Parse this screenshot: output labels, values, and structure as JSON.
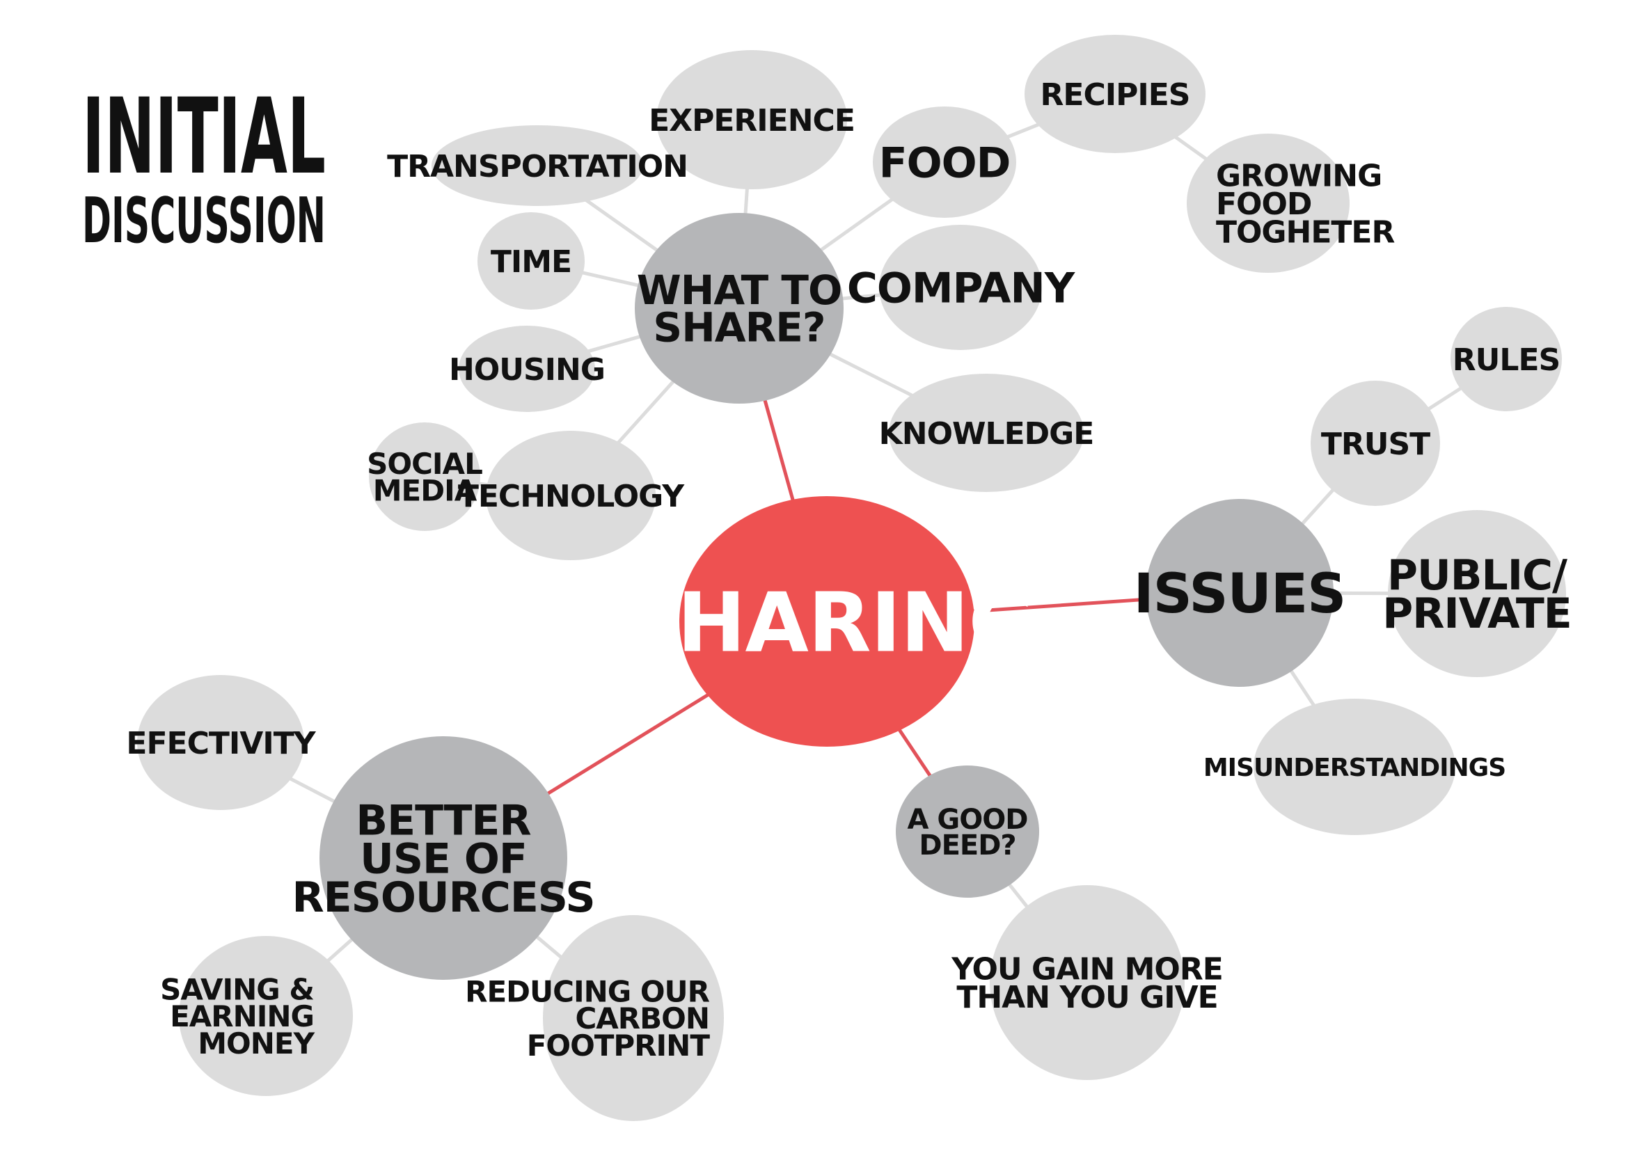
{
  "title": {
    "main": "INITIAL",
    "sub": "DISCUSSION"
  },
  "colors": {
    "center": "#ee5151",
    "hub": "#b5b6b8",
    "leaf": "#dcdcdc",
    "red_link": "#e2525a",
    "grey_link": "#dcdcdc",
    "text_dark": "#111111",
    "text_light": "#ffffff"
  },
  "nodes": {
    "sharing": {
      "label": [
        "SHARING"
      ]
    },
    "what_to_share": {
      "label": [
        "WHAT TO",
        "SHARE?"
      ]
    },
    "issues": {
      "label": [
        "ISSUES"
      ]
    },
    "better_use": {
      "label": [
        "BETTER",
        "USE OF",
        "RESOURCESS"
      ]
    },
    "good_deed": {
      "label": [
        "A GOOD",
        "DEED?"
      ]
    },
    "experience": {
      "label": [
        "EXPERIENCE"
      ]
    },
    "transportation": {
      "label": [
        "TRANSPORTATION"
      ]
    },
    "time": {
      "label": [
        "TIME"
      ]
    },
    "housing": {
      "label": [
        "HOUSING"
      ]
    },
    "social_media": {
      "label": [
        "SOCIAL",
        "MEDIA"
      ]
    },
    "technology": {
      "label": [
        "TECHNOLOGY"
      ]
    },
    "food": {
      "label": [
        "FOOD"
      ]
    },
    "recipies": {
      "label": [
        "RECIPIES"
      ]
    },
    "growing_food": {
      "label": [
        "GROWING",
        "FOOD",
        "TOGHETER"
      ]
    },
    "company": {
      "label": [
        "COMPANY"
      ]
    },
    "knowledge": {
      "label": [
        "KNOWLEDGE"
      ]
    },
    "rules": {
      "label": [
        "RULES"
      ]
    },
    "trust": {
      "label": [
        "TRUST"
      ]
    },
    "public_private": {
      "label": [
        "PUBLIC/",
        "PRIVATE"
      ]
    },
    "misunderstandings": {
      "label": [
        "MISUNDERSTANDINGS"
      ]
    },
    "efectivity": {
      "label": [
        "EFECTIVITY"
      ]
    },
    "saving": {
      "label": [
        "SAVING &",
        "EARNING",
        "MONEY"
      ]
    },
    "carbon": {
      "label": [
        "REDUCING OUR",
        "CARBON",
        "FOOTPRINT"
      ]
    },
    "gain_more": {
      "label": [
        "YOU GAIN MORE",
        "THAN YOU GIVE"
      ]
    }
  },
  "edges": [
    {
      "from": "sharing",
      "to": "what_to_share",
      "kind": "red"
    },
    {
      "from": "sharing",
      "to": "issues",
      "kind": "red"
    },
    {
      "from": "sharing",
      "to": "better_use",
      "kind": "red"
    },
    {
      "from": "sharing",
      "to": "good_deed",
      "kind": "red"
    },
    {
      "from": "what_to_share",
      "to": "experience",
      "kind": "grey"
    },
    {
      "from": "what_to_share",
      "to": "transportation",
      "kind": "grey"
    },
    {
      "from": "what_to_share",
      "to": "time",
      "kind": "grey"
    },
    {
      "from": "what_to_share",
      "to": "housing",
      "kind": "grey"
    },
    {
      "from": "what_to_share",
      "to": "technology",
      "kind": "grey"
    },
    {
      "from": "technology",
      "to": "social_media",
      "kind": "grey"
    },
    {
      "from": "what_to_share",
      "to": "food",
      "kind": "grey"
    },
    {
      "from": "food",
      "to": "recipies",
      "kind": "grey"
    },
    {
      "from": "recipies",
      "to": "growing_food",
      "kind": "grey"
    },
    {
      "from": "what_to_share",
      "to": "company",
      "kind": "grey"
    },
    {
      "from": "what_to_share",
      "to": "knowledge",
      "kind": "grey"
    },
    {
      "from": "issues",
      "to": "trust",
      "kind": "grey"
    },
    {
      "from": "trust",
      "to": "rules",
      "kind": "grey"
    },
    {
      "from": "issues",
      "to": "public_private",
      "kind": "grey"
    },
    {
      "from": "issues",
      "to": "misunderstandings",
      "kind": "grey"
    },
    {
      "from": "better_use",
      "to": "efectivity",
      "kind": "grey"
    },
    {
      "from": "better_use",
      "to": "saving",
      "kind": "grey"
    },
    {
      "from": "better_use",
      "to": "carbon",
      "kind": "grey"
    },
    {
      "from": "good_deed",
      "to": "gain_more",
      "kind": "grey"
    }
  ]
}
